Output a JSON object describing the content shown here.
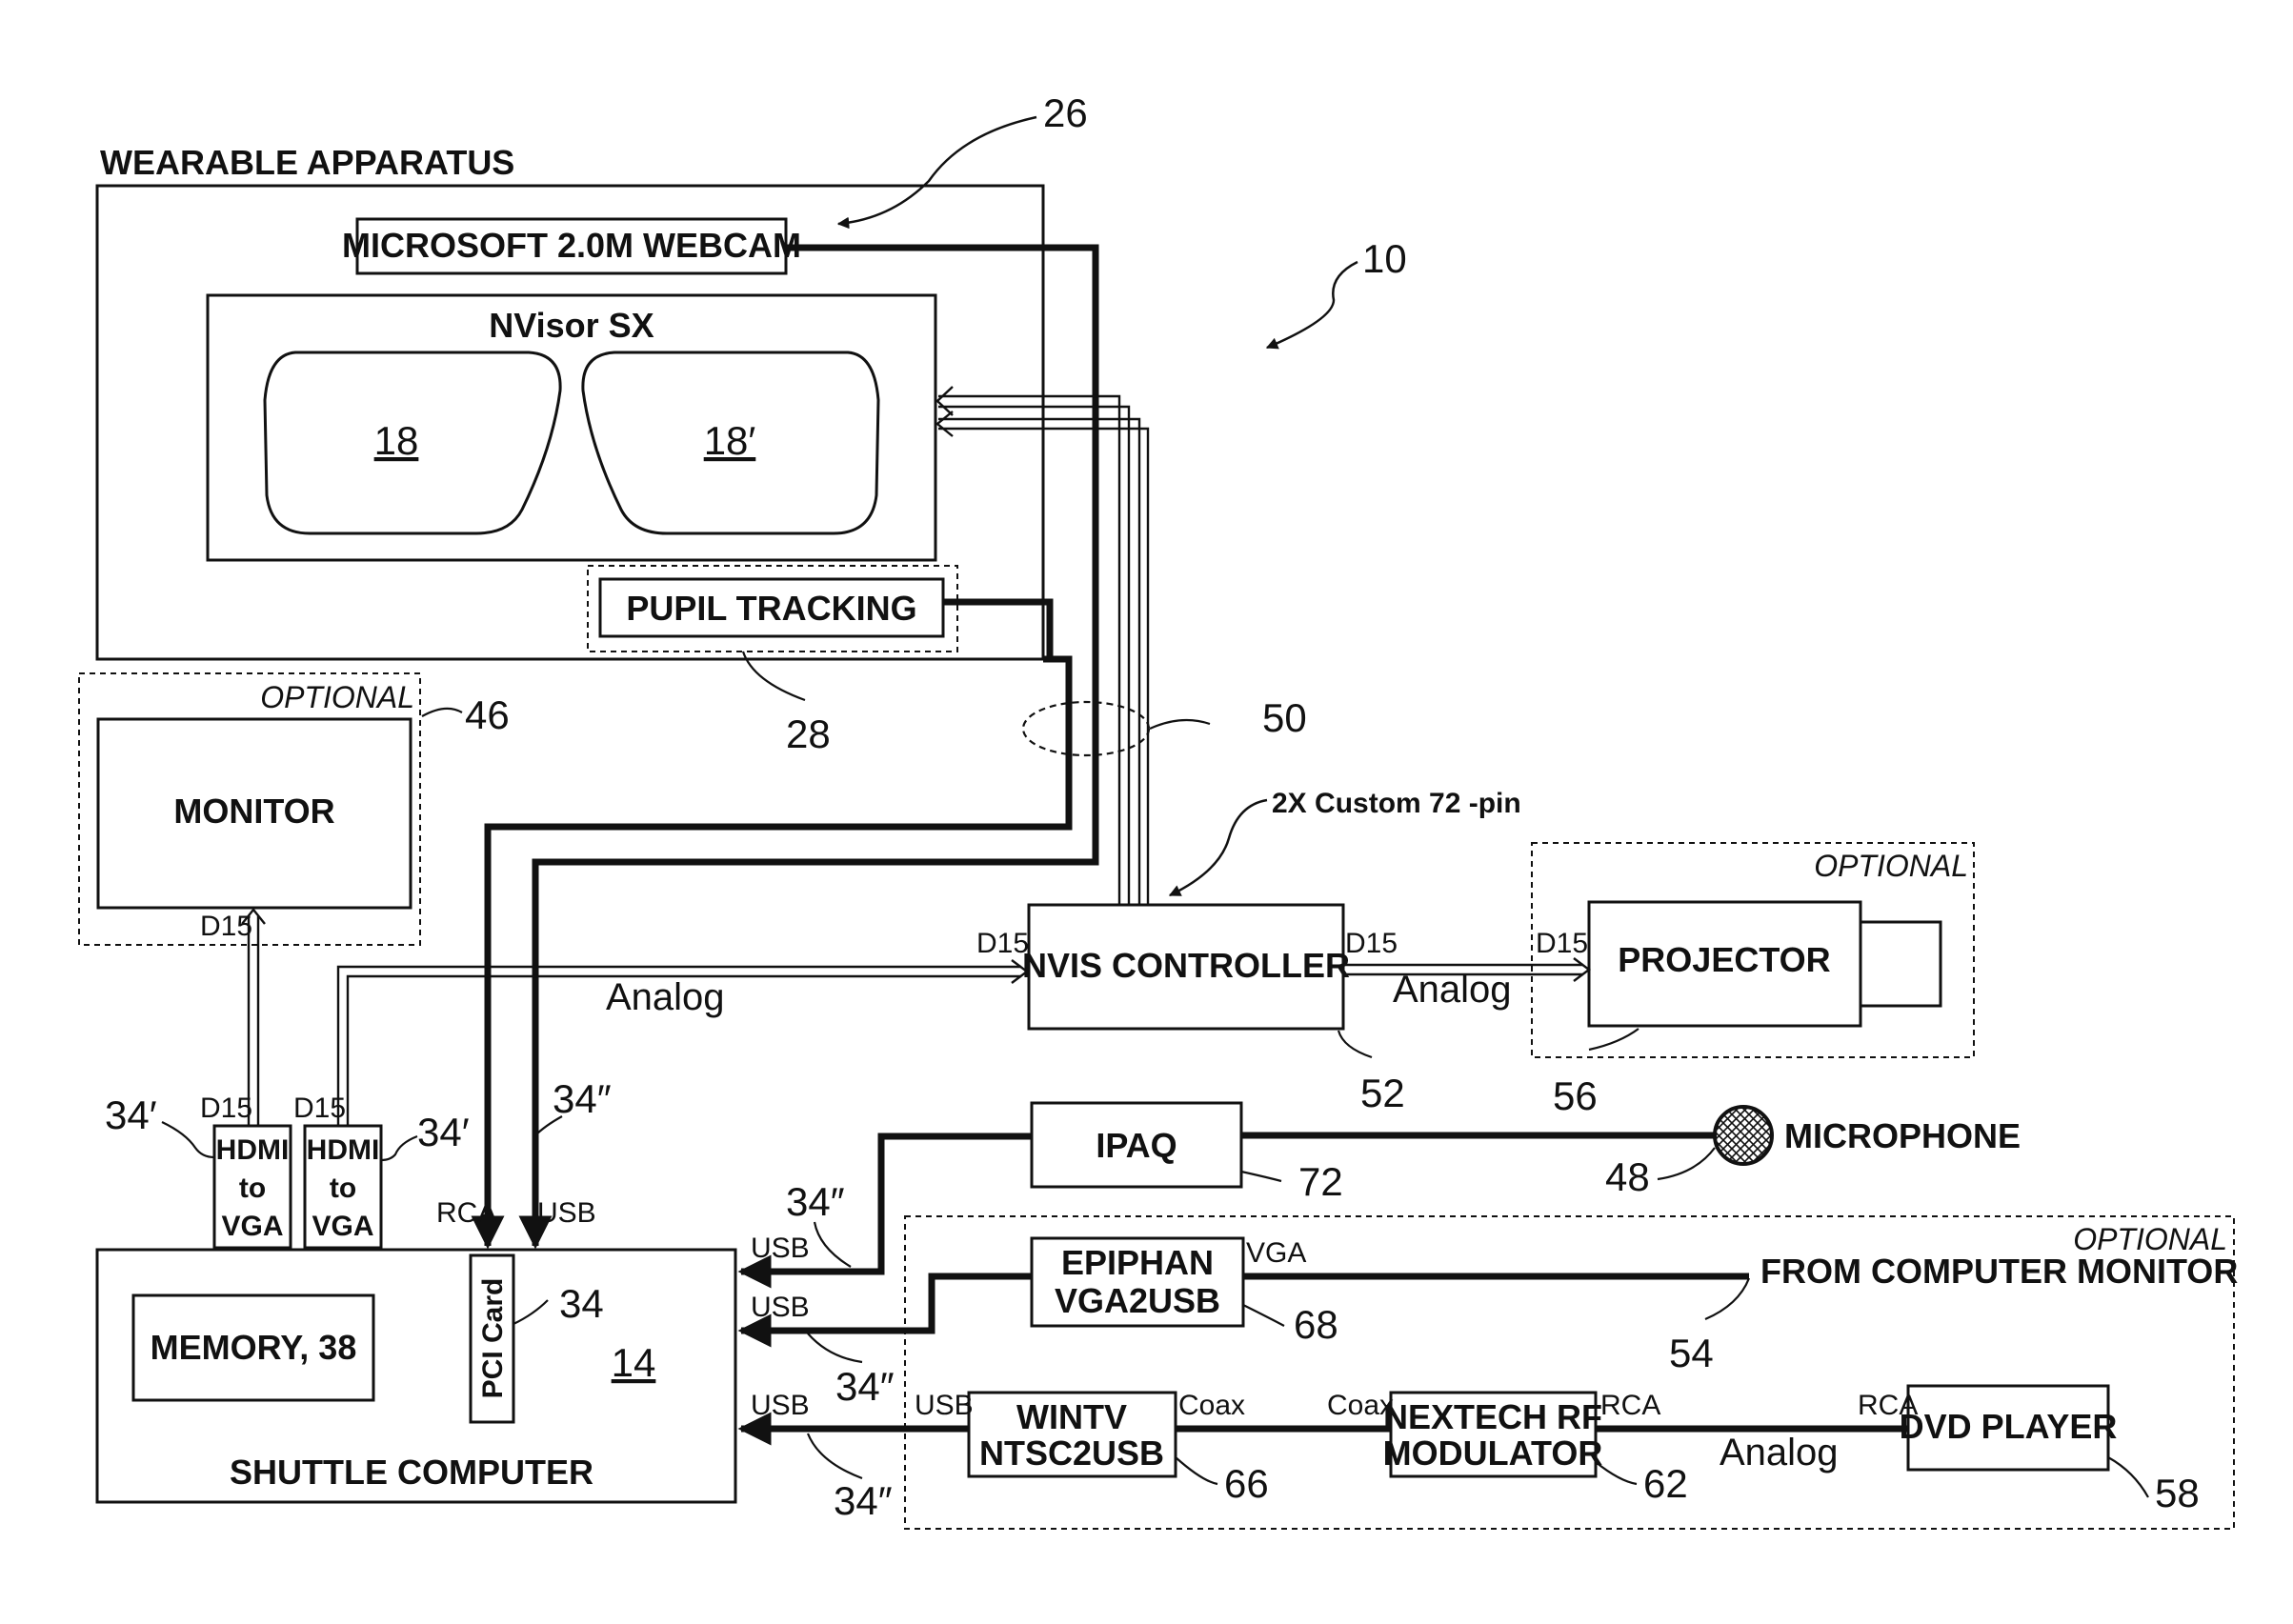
{
  "labels": {
    "wearable_apparatus": "WEARABLE APPARATUS",
    "webcam": "MICROSOFT 2.0M WEBCAM",
    "nvisor": "NVisor SX",
    "eyepiece_left": "18",
    "eyepiece_right": "18′",
    "pupil_tracking": "PUPIL TRACKING",
    "monitor": "MONITOR",
    "optional_monitor": "OPTIONAL",
    "optional_projector": "OPTIONAL",
    "optional_sources": "OPTIONAL",
    "custom_pin": "2X Custom 72 -pin",
    "nvis_controller": "NVIS CONTROLLER",
    "projector": "PROJECTOR",
    "hdmi_vga_1": [
      "HDMI",
      "to",
      "VGA"
    ],
    "hdmi_vga_2": [
      "HDMI",
      "to",
      "VGA"
    ],
    "ipaq": "IPAQ",
    "microphone": "MICROPHONE",
    "epiphan": [
      "EPIPHAN",
      "VGA2USB"
    ],
    "from_monitor": "FROM COMPUTER MONITOR",
    "wintv": [
      "WINTV",
      "NTSC2USB"
    ],
    "nextech": [
      "NEXTECH RF",
      "MODULATOR"
    ],
    "dvd_player": "DVD PLAYER",
    "memory": "MEMORY, 38",
    "pci_card": "PCI Card",
    "shuttle_computer": "SHUTTLE COMPUTER",
    "computer_ref": "14"
  },
  "signals": {
    "d15_monitor": "D15",
    "d15_hdmi1": "D15",
    "d15_hdmi2": "D15",
    "d15_nvis_in": "D15",
    "d15_nvis_out": "D15",
    "d15_projector": "D15",
    "analog_1": "Analog",
    "analog_2": "Analog",
    "analog_3": "Analog",
    "rca_pci": "RCA",
    "usb_pci": "USB",
    "usb_1": "USB",
    "usb_2": "USB",
    "usb_3": "USB",
    "usb_wintv": "USB",
    "vga_epiphan": "VGA",
    "coax_1": "Coax",
    "coax_2": "Coax",
    "rca_1": "RCA",
    "rca_2": "RCA"
  },
  "refs": {
    "r26": "26",
    "r10": "10",
    "r28": "28",
    "r46": "46",
    "r50": "50",
    "r52": "52",
    "r56": "56",
    "r34p_left": "34′",
    "r34p_right": "34′",
    "r34pp_top": "34″",
    "r34pp_1": "34″",
    "r34pp_2": "34″",
    "r34pp_3": "34″",
    "r34": "34",
    "r72": "72",
    "r48": "48",
    "r68": "68",
    "r54": "54",
    "r66": "66",
    "r62": "62",
    "r58": "58"
  }
}
